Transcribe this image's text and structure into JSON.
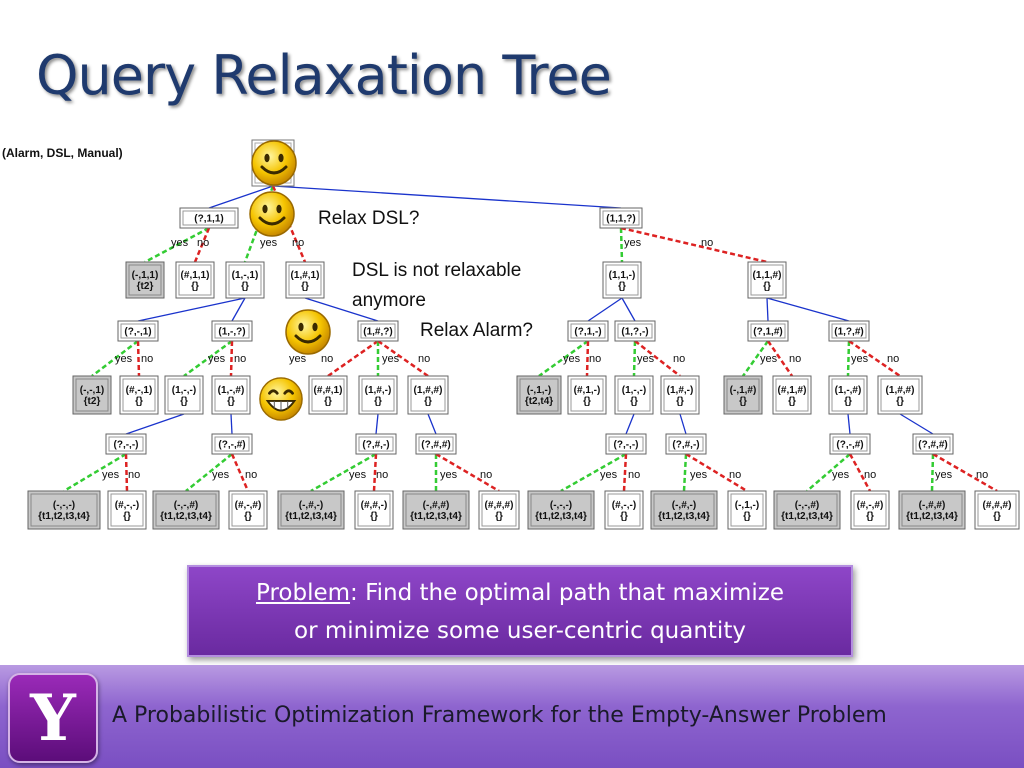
{
  "title": "Query Relaxation Tree",
  "root_label": "(Alarm, DSL, Manual)",
  "notes": [
    "Relax DSL?",
    "DSL is not relaxable",
    "anymore",
    "Relax Alarm?"
  ],
  "yes_label": "yes",
  "no_label": "no",
  "problem": {
    "keyword": "Problem",
    "line1_rest": ": Find the optimal path that maximize",
    "line2": "or minimize some user-centric quantity"
  },
  "footer": {
    "logo_letter": "Y",
    "text": "A Probabilistic Optimization Framework for the Empty-Answer Problem"
  },
  "colors": {
    "yes_edge": "#33cc33",
    "no_edge": "#dd2222",
    "tree_edge": "#1a33cc",
    "title": "#1f3a6e",
    "problem_box": "#7d3bb8",
    "footer_bar": "#8e65cf"
  },
  "icons": [
    "smiley-icon",
    "smiley-icon",
    "smiley-icon",
    "grinning-face-icon",
    "yahoo-logo-icon"
  ],
  "nodes": [
    {
      "id": "n1",
      "lines": [
        "(?,1,1)"
      ],
      "gray": false
    },
    {
      "id": "n2",
      "lines": [
        "(1,1,?)"
      ],
      "gray": false
    },
    {
      "id": "n3",
      "lines": [
        "(-,1,1)",
        "{t2}"
      ],
      "gray": true
    },
    {
      "id": "n4",
      "lines": [
        "(#,1,1)",
        "{}"
      ],
      "gray": false
    },
    {
      "id": "n5",
      "lines": [
        "(1,-,1)",
        "{}"
      ],
      "gray": false
    },
    {
      "id": "n6",
      "lines": [
        "(1,#,1)",
        "{}"
      ],
      "gray": false
    },
    {
      "id": "n7",
      "lines": [
        "(1,1,-)",
        "{}"
      ],
      "gray": false
    },
    {
      "id": "n8",
      "lines": [
        "(1,1,#)",
        "{}"
      ],
      "gray": false
    },
    {
      "id": "n9",
      "lines": [
        "(?,-,1)"
      ],
      "gray": false
    },
    {
      "id": "n10",
      "lines": [
        "(1,-,?)"
      ],
      "gray": false
    },
    {
      "id": "n11",
      "lines": [
        "(1,#,?)"
      ],
      "gray": false
    },
    {
      "id": "n12",
      "lines": [
        "(?,1,-)"
      ],
      "gray": false
    },
    {
      "id": "n13",
      "lines": [
        "(1,?,-)"
      ],
      "gray": false
    },
    {
      "id": "n14",
      "lines": [
        "(?,1,#)"
      ],
      "gray": false
    },
    {
      "id": "n15",
      "lines": [
        "(1,?,#)"
      ],
      "gray": false
    },
    {
      "id": "n16",
      "lines": [
        "(-,-,1)",
        "{t2}"
      ],
      "gray": true
    },
    {
      "id": "n17",
      "lines": [
        "(#,-,1)",
        "{}"
      ],
      "gray": false
    },
    {
      "id": "n18",
      "lines": [
        "(1,-,-)",
        "{}"
      ],
      "gray": false
    },
    {
      "id": "n19",
      "lines": [
        "(1,-,#)",
        "{}"
      ],
      "gray": false
    },
    {
      "id": "n20",
      "lines": [
        "(#,#,1)",
        "{}"
      ],
      "gray": false
    },
    {
      "id": "n21",
      "lines": [
        "(1,#,-)",
        "{}"
      ],
      "gray": false
    },
    {
      "id": "n22",
      "lines": [
        "(1,#,#)",
        "{}"
      ],
      "gray": false
    },
    {
      "id": "n23",
      "lines": [
        "(-,1,-)",
        "{t2,t4}"
      ],
      "gray": true
    },
    {
      "id": "n24",
      "lines": [
        "(#,1,-)",
        "{}"
      ],
      "gray": false
    },
    {
      "id": "n25",
      "lines": [
        "(1,-,-)",
        "{}"
      ],
      "gray": false
    },
    {
      "id": "n26",
      "lines": [
        "(1,#,-)",
        "{}"
      ],
      "gray": false
    },
    {
      "id": "n27",
      "lines": [
        "(-,1,#)",
        "{}"
      ],
      "gray": true
    },
    {
      "id": "n28",
      "lines": [
        "(#,1,#)",
        "{}"
      ],
      "gray": false
    },
    {
      "id": "n29",
      "lines": [
        "(1,-,#)",
        "{}"
      ],
      "gray": false
    },
    {
      "id": "n30",
      "lines": [
        "(1,#,#)",
        "{}"
      ],
      "gray": false
    },
    {
      "id": "n31",
      "lines": [
        "(?,-,-)"
      ],
      "gray": false
    },
    {
      "id": "n32",
      "lines": [
        "(?,-,#)"
      ],
      "gray": false
    },
    {
      "id": "n33",
      "lines": [
        "(?,#,-)"
      ],
      "gray": false
    },
    {
      "id": "n34",
      "lines": [
        "(?,#,#)"
      ],
      "gray": false
    },
    {
      "id": "n35",
      "lines": [
        "(?,-,-)"
      ],
      "gray": false
    },
    {
      "id": "n36",
      "lines": [
        "(?,#,-)"
      ],
      "gray": false
    },
    {
      "id": "n37",
      "lines": [
        "(?,-,#)"
      ],
      "gray": false
    },
    {
      "id": "n38",
      "lines": [
        "(?,#,#)"
      ],
      "gray": false
    },
    {
      "id": "n39",
      "lines": [
        "(-,-,-)",
        "{t1,t2,t3,t4}"
      ],
      "gray": true
    },
    {
      "id": "n40",
      "lines": [
        "(#,-,-)",
        "{}"
      ],
      "gray": false
    },
    {
      "id": "n41",
      "lines": [
        "(-,-,#)",
        "{t1,t2,t3,t4}"
      ],
      "gray": true
    },
    {
      "id": "n42",
      "lines": [
        "(#,-,#)",
        "{}"
      ],
      "gray": false
    },
    {
      "id": "n43",
      "lines": [
        "(-,#,-)",
        "{t1,t2,t3,t4}"
      ],
      "gray": true
    },
    {
      "id": "n44",
      "lines": [
        "(#,#,-)",
        "{}"
      ],
      "gray": false
    },
    {
      "id": "n45",
      "lines": [
        "(-,#,#)",
        "{t1,t2,t3,t4}"
      ],
      "gray": true
    },
    {
      "id": "n46",
      "lines": [
        "(#,#,#)",
        "{}"
      ],
      "gray": false
    },
    {
      "id": "n47",
      "lines": [
        "(-,-,-)",
        "{t1,t2,t3,t4}"
      ],
      "gray": true
    },
    {
      "id": "n48",
      "lines": [
        "(#,-,-)",
        "{}"
      ],
      "gray": false
    },
    {
      "id": "n49",
      "lines": [
        "(-,#,-)",
        "{t1,t2,t3,t4}"
      ],
      "gray": true
    },
    {
      "id": "n50",
      "lines": [
        "(-,1,-)",
        "{}"
      ],
      "gray": false
    },
    {
      "id": "n51",
      "lines": [
        "(-,-,#)",
        "{t1,t2,t3,t4}"
      ],
      "gray": true
    },
    {
      "id": "n52",
      "lines": [
        "(#,-,#)",
        "{}"
      ],
      "gray": false
    },
    {
      "id": "n53",
      "lines": [
        "(-,#,#)",
        "{t1,t2,t3,t4}"
      ],
      "gray": true
    },
    {
      "id": "n54",
      "lines": [
        "(#,#,#)",
        "{}"
      ],
      "gray": false
    }
  ]
}
